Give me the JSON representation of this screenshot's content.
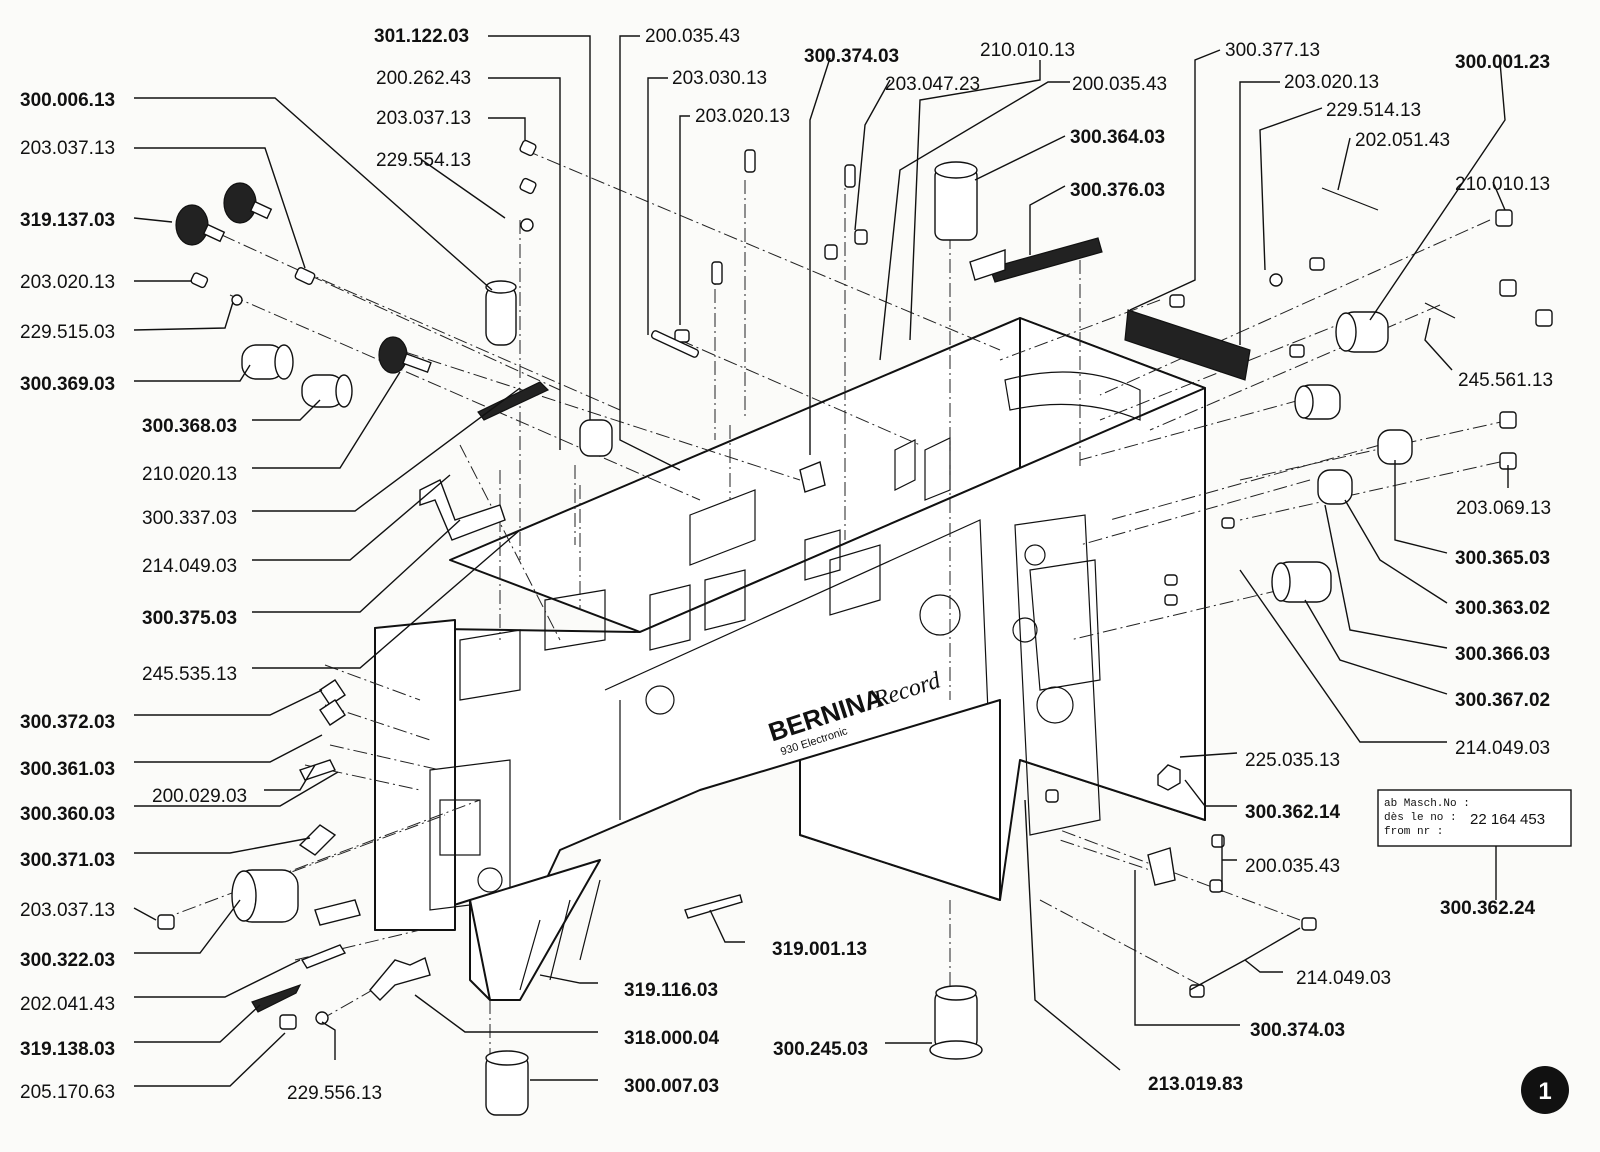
{
  "labels": {
    "l01": "301.122.03",
    "l02": "200.035.43",
    "l03": "300.374.03",
    "l04": "210.010.13",
    "l05": "300.377.13",
    "l06": "300.001.23",
    "l07": "200.262.43",
    "l08": "203.030.13",
    "l09": "203.047.23",
    "l10": "200.035.43",
    "l11": "203.020.13",
    "l12": "300.006.13",
    "l13": "203.037.13",
    "l14": "203.020.13",
    "l15": "229.514.13",
    "l16": "300.364.03",
    "l17": "202.051.43",
    "l18": "203.037.13",
    "l19": "229.554.13",
    "l20": "300.376.03",
    "l21": "210.010.13",
    "l22": "319.137.03",
    "l23": "203.020.13",
    "l24": "229.515.03",
    "l25": "300.369.03",
    "l26": "245.561.13",
    "l27": "300.368.03",
    "l28": "210.020.13",
    "l29": "300.337.03",
    "l30": "203.069.13",
    "l31": "214.049.03",
    "l32": "300.365.03",
    "l33": "300.375.03",
    "l34": "300.363.02",
    "l35": "300.366.03",
    "l36": "245.535.13",
    "l37": "300.367.02",
    "l38": "300.372.03",
    "l39": "214.049.03",
    "l40": "300.361.03",
    "l41": "225.035.13",
    "l42": "200.029.03",
    "l43": "300.360.03",
    "l44": "300.362.14",
    "l45": "300.371.03",
    "l46": "200.035.43",
    "l47": "203.037.13",
    "l48": "300.362.24",
    "l49": "300.322.03",
    "l50": "319.001.13",
    "l51": "202.041.43",
    "l52": "214.049.03",
    "l53": "319.116.03",
    "l54": "319.138.03",
    "l55": "318.000.04",
    "l56": "300.374.03",
    "l57": "205.170.63",
    "l58": "229.556.13",
    "l59": "300.245.03",
    "l60": "300.007.03",
    "l61": "213.019.83"
  },
  "brand": {
    "name": "BERNINA",
    "model": "Record",
    "sub": "930 Electronic"
  },
  "plate": {
    "line1": "ab Masch.No :",
    "line2": "dès le no :",
    "line3": "from nr :",
    "serial": "22 164 453"
  },
  "page_number": "1"
}
